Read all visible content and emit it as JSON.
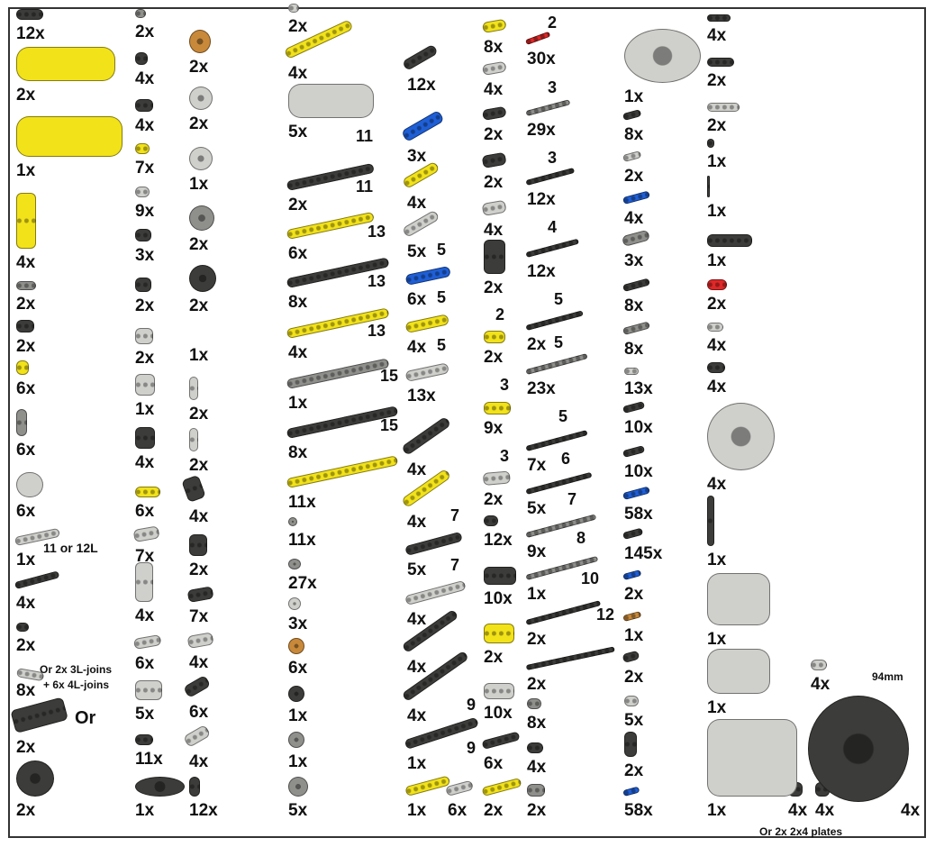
{
  "colors": {
    "Y": "#f2e21a",
    "K": "#3c3c3a",
    "G": "#cfcfcc",
    "B": "#1f5fd6",
    "R": "#e02828",
    "O": "#c8893a",
    "M": "#8f8f8c"
  },
  "columns": [
    {
      "items": [
        {
          "q": "12x",
          "c": "K"
        },
        {
          "q": "2x",
          "c": "Y"
        },
        {
          "q": "1x",
          "c": "Y"
        },
        {
          "q": "4x",
          "c": "Y"
        },
        {
          "q": "2x",
          "c": "M"
        },
        {
          "q": "2x",
          "c": "K"
        },
        {
          "q": "6x",
          "c": "Y"
        },
        {
          "q": "6x",
          "c": "M"
        },
        {
          "q": "6x",
          "c": "G"
        },
        {
          "q": "1x",
          "c": "G"
        },
        {
          "q": "4x",
          "c": "K"
        },
        {
          "q": "2x",
          "c": "K"
        },
        {
          "q": "8x",
          "c": "G"
        },
        {
          "q": "2x",
          "c": "K"
        },
        {
          "q": "2x",
          "c": "K"
        }
      ]
    },
    {
      "items": [
        {
          "q": "2x",
          "c": "M"
        },
        {
          "q": "4x",
          "c": "K"
        },
        {
          "q": "4x",
          "c": "K"
        },
        {
          "q": "7x",
          "c": "Y"
        },
        {
          "q": "9x",
          "c": "G"
        },
        {
          "q": "3x",
          "c": "K"
        },
        {
          "q": "2x",
          "c": "K"
        },
        {
          "q": "2x",
          "c": "G"
        },
        {
          "q": "1x",
          "c": "G"
        },
        {
          "q": "4x",
          "c": "K"
        },
        {
          "q": "6x",
          "c": "Y"
        },
        {
          "q": "7x",
          "c": "G"
        },
        {
          "q": "4x",
          "c": "G"
        },
        {
          "q": "6x",
          "c": "G"
        },
        {
          "q": "5x",
          "c": "G"
        },
        {
          "q": "11x",
          "c": "K"
        },
        {
          "q": "1x",
          "c": "K"
        }
      ]
    },
    {
      "items": [
        {
          "q": "2x",
          "c": "O"
        },
        {
          "q": "2x",
          "c": "G"
        },
        {
          "q": "1x",
          "c": "G"
        },
        {
          "q": "2x",
          "c": "M"
        },
        {
          "q": "2x",
          "c": "K"
        },
        {
          "q": "1x",
          "c": "K"
        },
        {
          "q": "2x",
          "c": "G"
        },
        {
          "q": "2x",
          "c": "G"
        },
        {
          "q": "4x",
          "c": "K"
        },
        {
          "q": "2x",
          "c": "K"
        },
        {
          "q": "7x",
          "c": "K"
        },
        {
          "q": "4x",
          "c": "G"
        },
        {
          "q": "6x",
          "c": "K"
        },
        {
          "q": "4x",
          "c": "G"
        },
        {
          "q": "12x",
          "c": "K"
        }
      ]
    },
    {
      "items": [
        {
          "q": "2x",
          "c": "G"
        },
        {
          "q": "4x",
          "c": "Y"
        },
        {
          "q": "5x",
          "c": "G"
        },
        {
          "q": "2x",
          "c": "K"
        },
        {
          "q": "6x",
          "c": "Y"
        },
        {
          "q": "8x",
          "c": "K"
        },
        {
          "q": "4x",
          "c": "Y"
        },
        {
          "q": "1x",
          "c": "M"
        },
        {
          "q": "8x",
          "c": "K"
        },
        {
          "q": "11x",
          "c": "Y"
        },
        {
          "q": "11x",
          "c": "M"
        },
        {
          "q": "27x",
          "c": "M"
        },
        {
          "q": "3x",
          "c": "G"
        },
        {
          "q": "6x",
          "c": "O"
        },
        {
          "q": "1x",
          "c": "K"
        },
        {
          "q": "1x",
          "c": "M"
        },
        {
          "q": "5x",
          "c": "M"
        }
      ]
    },
    {
      "items": [
        {
          "q": "12x",
          "c": "K"
        },
        {
          "q": "3x",
          "c": "B"
        },
        {
          "q": "4x",
          "c": "Y"
        },
        {
          "q": "5x",
          "c": "G"
        },
        {
          "q": "6x",
          "c": "B"
        },
        {
          "q": "4x",
          "c": "Y"
        },
        {
          "q": "13x",
          "c": "G"
        },
        {
          "q": "4x",
          "c": "K"
        },
        {
          "q": "4x",
          "c": "Y"
        },
        {
          "q": "5x",
          "c": "K"
        },
        {
          "q": "4x",
          "c": "G"
        },
        {
          "q": "4x",
          "c": "K"
        },
        {
          "q": "4x",
          "c": "K"
        },
        {
          "q": "1x",
          "c": "K"
        },
        {
          "q": "1x",
          "c": "Y"
        },
        {
          "q": "6x",
          "c": "G"
        }
      ]
    },
    {
      "items": [
        {
          "q": "8x",
          "c": "Y"
        },
        {
          "q": "4x",
          "c": "G"
        },
        {
          "q": "2x",
          "c": "K"
        },
        {
          "q": "2x",
          "c": "K"
        },
        {
          "q": "4x",
          "c": "G"
        },
        {
          "q": "2x",
          "c": "K"
        },
        {
          "q": "2x",
          "c": "Y"
        },
        {
          "q": "9x",
          "c": "Y"
        },
        {
          "q": "2x",
          "c": "G"
        },
        {
          "q": "12x",
          "c": "K"
        },
        {
          "q": "10x",
          "c": "K"
        },
        {
          "q": "2x",
          "c": "Y"
        },
        {
          "q": "10x",
          "c": "G"
        },
        {
          "q": "6x",
          "c": "K"
        },
        {
          "q": "2x",
          "c": "Y"
        }
      ]
    },
    {
      "items": [
        {
          "q": "30x",
          "c": "R"
        },
        {
          "q": "29x",
          "c": "M"
        },
        {
          "q": "12x",
          "c": "K"
        },
        {
          "q": "12x",
          "c": "K"
        },
        {
          "q": "2x",
          "c": "K"
        },
        {
          "q": "23x",
          "c": "M"
        },
        {
          "q": "7x",
          "c": "K"
        },
        {
          "q": "5x",
          "c": "K"
        },
        {
          "q": "9x",
          "c": "M"
        },
        {
          "q": "1x",
          "c": "M"
        },
        {
          "q": "2x",
          "c": "K"
        },
        {
          "q": "2x",
          "c": "K"
        },
        {
          "q": "8x",
          "c": "M"
        },
        {
          "q": "4x",
          "c": "K"
        },
        {
          "q": "2x",
          "c": "M"
        }
      ]
    },
    {
      "items": [
        {
          "q": "1x",
          "c": "G"
        },
        {
          "q": "8x",
          "c": "K"
        },
        {
          "q": "2x",
          "c": "G"
        },
        {
          "q": "4x",
          "c": "B"
        },
        {
          "q": "3x",
          "c": "M"
        },
        {
          "q": "8x",
          "c": "K"
        },
        {
          "q": "8x",
          "c": "M"
        },
        {
          "q": "13x",
          "c": "G"
        },
        {
          "q": "10x",
          "c": "K"
        },
        {
          "q": "10x",
          "c": "K"
        },
        {
          "q": "58x",
          "c": "B"
        },
        {
          "q": "145x",
          "c": "K"
        },
        {
          "q": "2x",
          "c": "B"
        },
        {
          "q": "1x",
          "c": "O"
        },
        {
          "q": "2x",
          "c": "K"
        },
        {
          "q": "5x",
          "c": "G"
        },
        {
          "q": "2x",
          "c": "K"
        },
        {
          "q": "58x",
          "c": "B"
        }
      ]
    },
    {
      "items": [
        {
          "q": "4x",
          "c": "K"
        },
        {
          "q": "2x",
          "c": "K"
        },
        {
          "q": "2x",
          "c": "G"
        },
        {
          "q": "1x",
          "c": "K"
        },
        {
          "q": "1x",
          "c": "K"
        },
        {
          "q": "1x",
          "c": "K"
        },
        {
          "q": "2x",
          "c": "R"
        },
        {
          "q": "4x",
          "c": "G"
        },
        {
          "q": "4x",
          "c": "K"
        },
        {
          "q": "4x",
          "c": "G"
        },
        {
          "q": "1x",
          "c": "K"
        },
        {
          "q": "1x",
          "c": "G"
        },
        {
          "q": "1x",
          "c": "G"
        },
        {
          "q": "1x",
          "c": "G"
        },
        {
          "q": "4x",
          "c": "G"
        },
        {
          "q": "4x",
          "c": "K"
        },
        {
          "q": "4x",
          "c": "K"
        },
        {
          "q": "4x",
          "c": "K"
        }
      ]
    }
  ],
  "lengths": [
    "11",
    "11",
    "13",
    "13",
    "13",
    "15",
    "15",
    "5",
    "5",
    "5",
    "7",
    "7",
    "9",
    "9",
    "2",
    "3",
    "3",
    "2",
    "3",
    "3",
    "4",
    "5",
    "5",
    "5",
    "6",
    "7",
    "8",
    "10",
    "12"
  ],
  "notes": {
    "worm": "11 or 12L",
    "joins_1": "Or 2x 3L-joins",
    "joins_2": "+ 6x 4L-joins",
    "or": "Or",
    "tire": "94mm",
    "plates": "Or 2x 2x4 plates"
  }
}
